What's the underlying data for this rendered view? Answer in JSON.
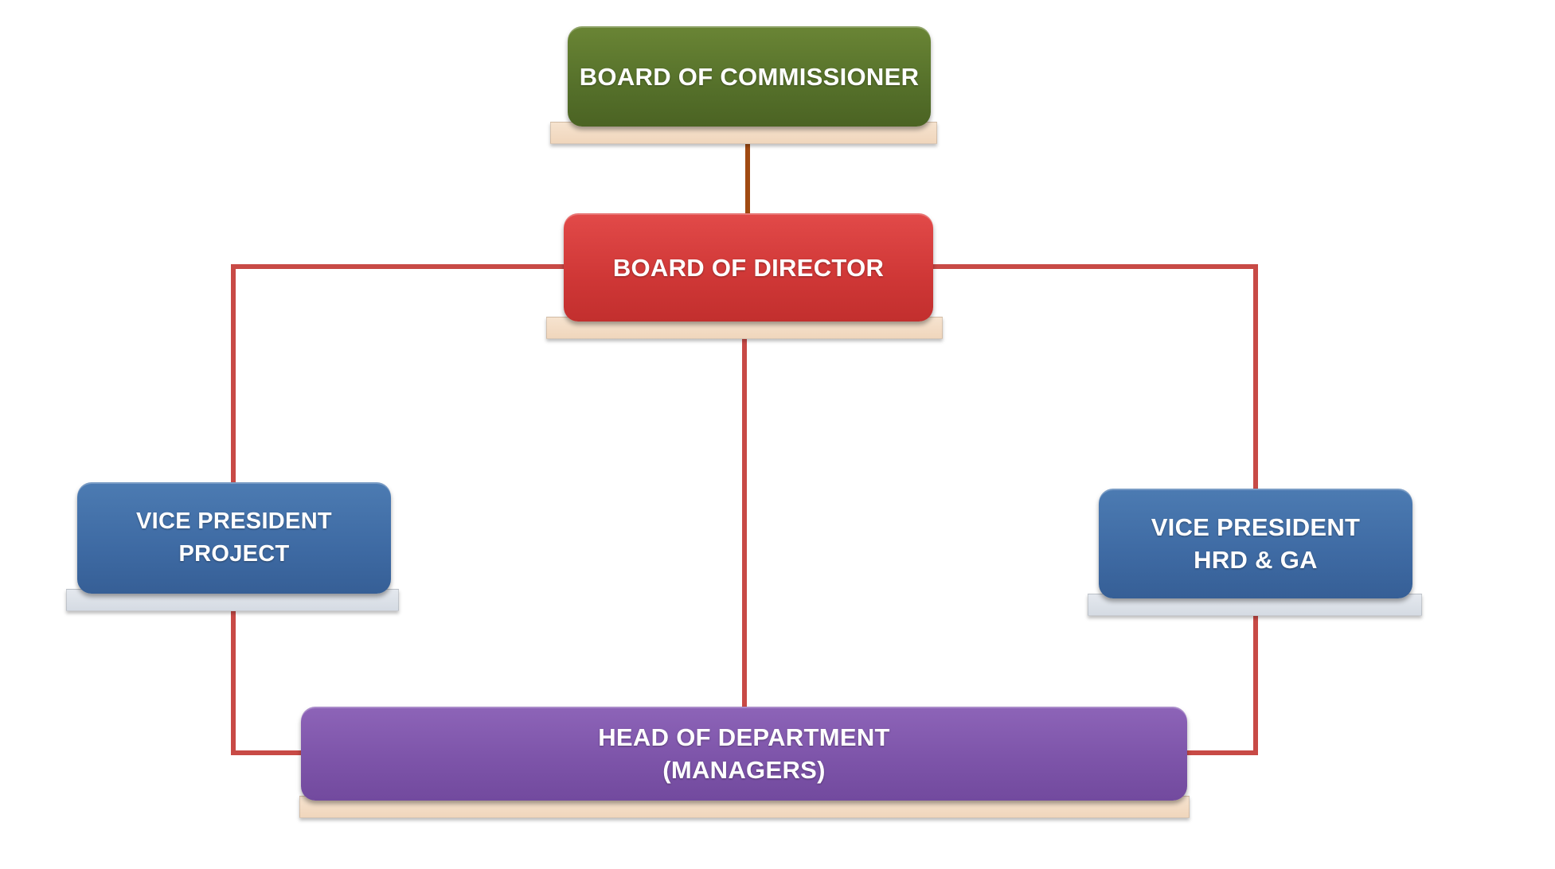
{
  "diagram": {
    "colors": {
      "connector_top": "#a04a12",
      "connector": "#c84a46",
      "commissioner": "#55702a",
      "director": "#cf3736",
      "vice_president": "#3e6aa3",
      "head_department": "#7c53a8"
    },
    "nodes": {
      "commissioner": {
        "lines": [
          "BOARD OF COMMISSIONER"
        ]
      },
      "director": {
        "lines": [
          "BOARD OF DIRECTOR"
        ]
      },
      "vp_project": {
        "lines": [
          "VICE PRESIDENT",
          "PROJECT"
        ]
      },
      "vp_hrd": {
        "lines": [
          "VICE PRESIDENT",
          "HRD & GA"
        ]
      },
      "head_department": {
        "lines": [
          "HEAD OF DEPARTMENT",
          "(MANAGERS)"
        ]
      }
    },
    "edges": [
      {
        "from": "commissioner",
        "to": "director"
      },
      {
        "from": "director",
        "to": "vp_project"
      },
      {
        "from": "director",
        "to": "vp_hrd"
      },
      {
        "from": "director",
        "to": "head_department"
      },
      {
        "from": "vp_project",
        "to": "head_department"
      },
      {
        "from": "vp_hrd",
        "to": "head_department"
      }
    ]
  }
}
